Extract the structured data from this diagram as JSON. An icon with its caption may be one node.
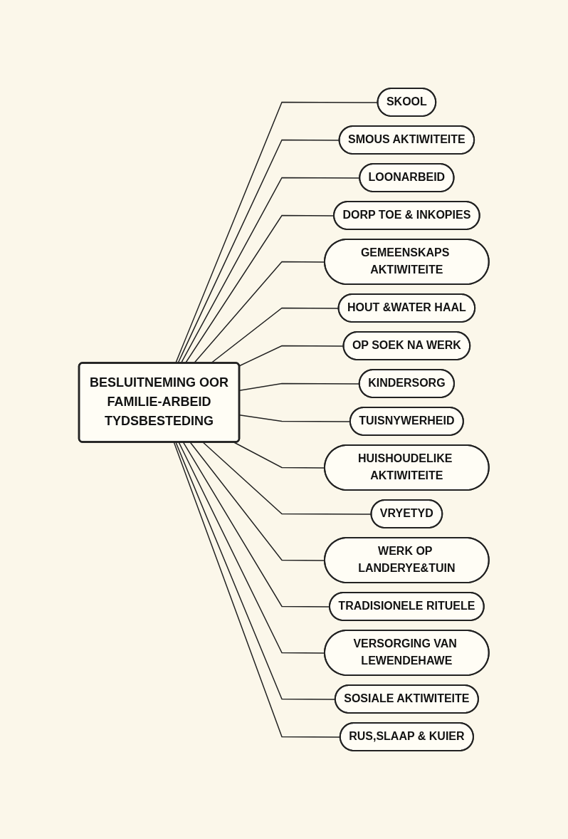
{
  "diagram": {
    "nodes": [
      {
        "text": [
          "BESLUITNEMING OOR",
          "FAMILIE-ARBEID",
          "TYDSBESTEDING"
        ]
      },
      {
        "text": [
          "SKOOL"
        ]
      },
      {
        "text": [
          "SMOUS AKTIWITEITE"
        ]
      },
      {
        "text": [
          "LOONARBEID"
        ]
      },
      {
        "text": [
          "DORP TOE & INKOPIES"
        ]
      },
      {
        "text": [
          "GEMEENSKAPS AKTIWITEITE"
        ]
      },
      {
        "text": [
          "HOUT &WATER HAAL"
        ]
      },
      {
        "text": [
          "OP SOEK NA WERK"
        ]
      },
      {
        "text": [
          "KINDERSORG"
        ]
      },
      {
        "text": [
          "TUISNYWERHEID"
        ]
      },
      {
        "text": [
          "HUISHOUDELIKE AKTIWITEITE"
        ]
      },
      {
        "text": [
          "VRYETYD"
        ]
      },
      {
        "text": [
          "WERK OP LANDERYE&TUIN"
        ]
      },
      {
        "text": [
          "TRADISIONELE RITUELE"
        ]
      },
      {
        "text": [
          "VERSORGING VAN LEWENDEHAWE"
        ]
      },
      {
        "text": [
          "SOSIALE AKTIWITEITE"
        ]
      },
      {
        "text": [
          "RUS,SLAAP & KUIER"
        ]
      }
    ],
    "edges": [
      {
        "from": 0,
        "to": 1,
        "arrow": "none"
      },
      {
        "from": 0,
        "to": 2,
        "arrow": "none"
      },
      {
        "from": 0,
        "to": 3,
        "arrow": "none"
      },
      {
        "from": 0,
        "to": 4,
        "arrow": "none"
      },
      {
        "from": 0,
        "to": 5,
        "arrow": "none"
      },
      {
        "from": 0,
        "to": 6,
        "arrow": "none"
      },
      {
        "from": 0,
        "to": 7,
        "arrow": "none"
      },
      {
        "from": 0,
        "to": 8,
        "arrow": "none"
      },
      {
        "from": 0,
        "to": 9,
        "arrow": "none"
      },
      {
        "from": 0,
        "to": 10,
        "arrow": "none"
      },
      {
        "from": 0,
        "to": 11,
        "arrow": "none"
      },
      {
        "from": 0,
        "to": 12,
        "arrow": "none"
      },
      {
        "from": 0,
        "to": 13,
        "arrow": "none"
      },
      {
        "from": 0,
        "to": 14,
        "arrow": "none"
      },
      {
        "from": 0,
        "to": 15,
        "arrow": "none"
      },
      {
        "from": 0,
        "to": 16,
        "arrow": "none"
      }
    ]
  }
}
